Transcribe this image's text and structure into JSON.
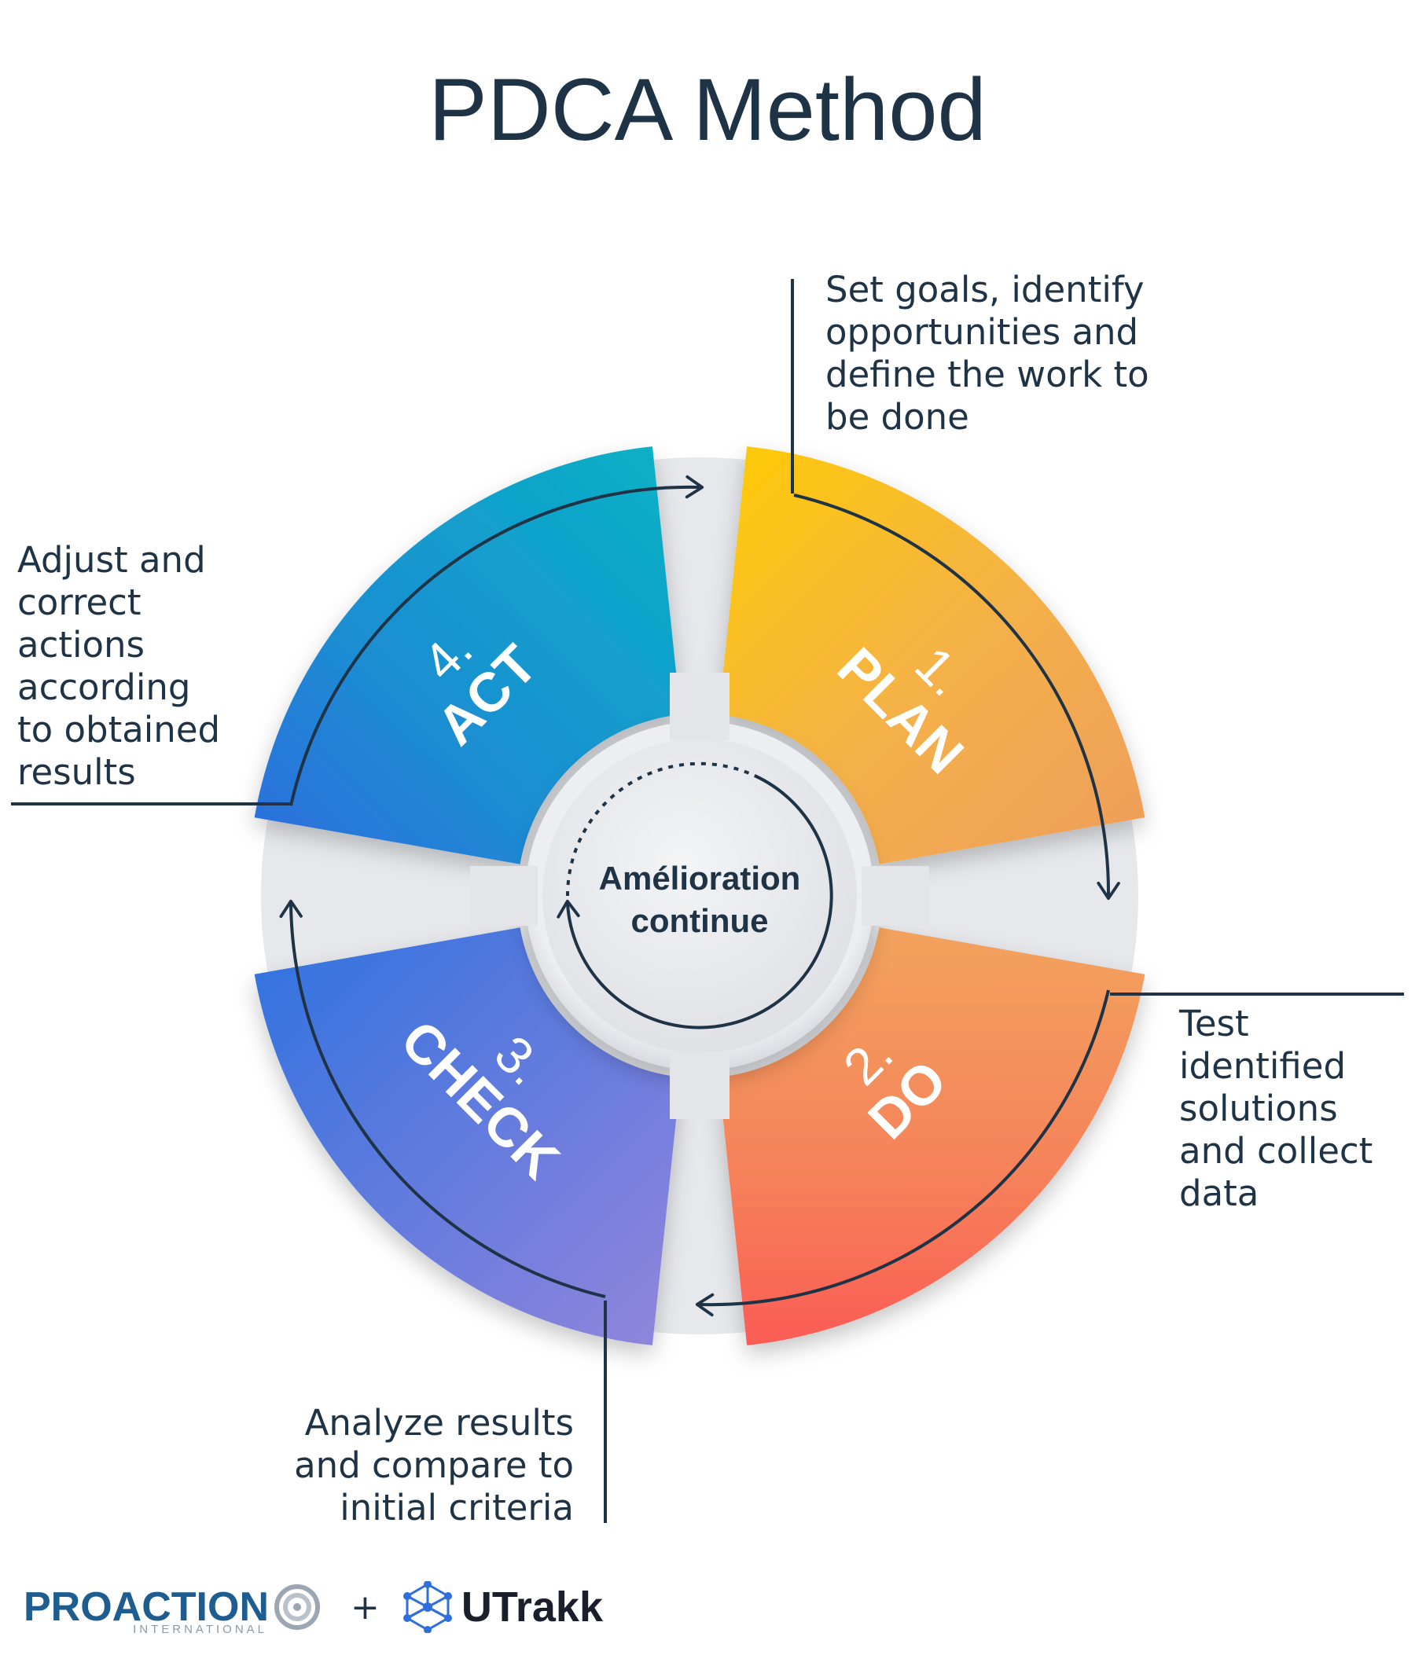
{
  "title": "PDCA Method",
  "center_label": [
    "Amélioration",
    "continue"
  ],
  "phases": [
    {
      "key": "plan",
      "number": "1.",
      "name": "PLAN",
      "description": [
        "Set goals, identify",
        "opportunities and",
        "define the work to",
        "be done"
      ]
    },
    {
      "key": "do",
      "number": "2.",
      "name": "DO",
      "description": [
        "Test",
        "identified",
        "solutions",
        "and collect",
        "data"
      ]
    },
    {
      "key": "check",
      "number": "3.",
      "name": "CHECK",
      "description": [
        "Analyze results",
        "and compare to",
        "initial criteria"
      ]
    },
    {
      "key": "act",
      "number": "4.",
      "name": "ACT",
      "description": [
        "Adjust and",
        "correct",
        "actions",
        "according",
        "to obtained",
        "results"
      ]
    }
  ],
  "footer": {
    "proaction_word": "PROACTION",
    "proaction_sub": "INTERNATIONAL",
    "plus": "+",
    "utrakk_word": "UTrakk"
  },
  "colors": {
    "plan": [
      "#ffcb05",
      "#f0a45a"
    ],
    "do": [
      "#f2a15c",
      "#f96556"
    ],
    "check": [
      "#3374df",
      "#8a83dc"
    ],
    "act": [
      "#0aaec6",
      "#2a6fdc"
    ],
    "text": "#1f3346",
    "track": "#e9eaee"
  }
}
